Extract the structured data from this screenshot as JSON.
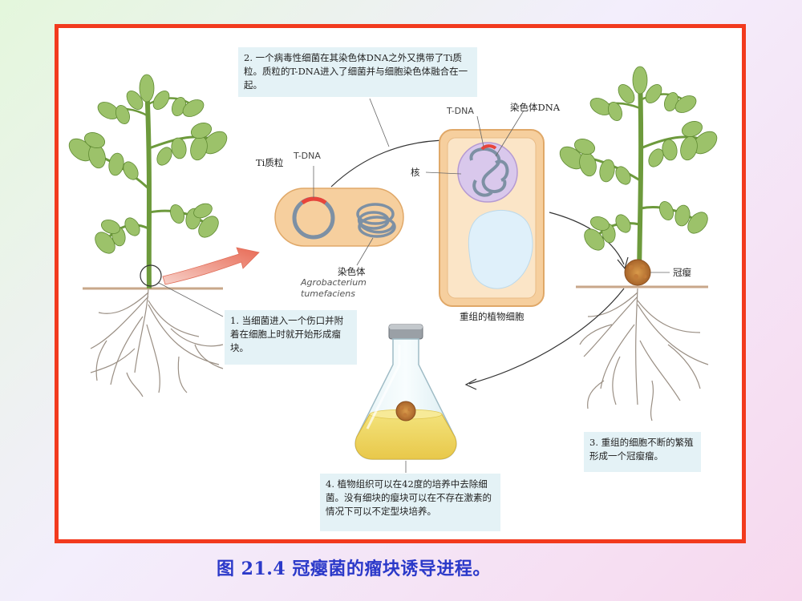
{
  "notes": {
    "step1": "1. 当细菌进入一个伤口并附着在细胞上时就开始形成瘤块。",
    "step2": "2. 一个病毒性细菌在其染色体DNA之外又携带了Ti质粒。质粒的T-DNA进入了细菌并与细胞染色体融合在一起。",
    "step3": "3. 重组的细胞不断的繁殖形成一个冠瘿瘤。",
    "step4": "4. 植物组织可以在42度的培养中去除细菌。没有细块的瘿块可以在不存在激素的情况下可以不定型块培养。"
  },
  "labels": {
    "ti_plasmid": "Ti质粒",
    "tdna_bacterium": "T-DNA",
    "chromosome": "染色体",
    "species_line1": "Agrobacterium",
    "species_line2": "tumefaciens",
    "tdna_cell": "T-DNA",
    "chromosome_dna": "染色体DNA",
    "nucleus": "核",
    "recombinant_cell": "重组的植物细胞",
    "crown_gall": "冠瘿"
  },
  "caption": "图 21.4  冠瘿菌的瘤块诱导进程。",
  "colors": {
    "frame": "#f23a1e",
    "caption": "#2b39c9",
    "note_bg": "#e4f2f6",
    "tdna": "#e8443a",
    "leaf": "#9cc26a",
    "stem": "#6d9a3c"
  }
}
